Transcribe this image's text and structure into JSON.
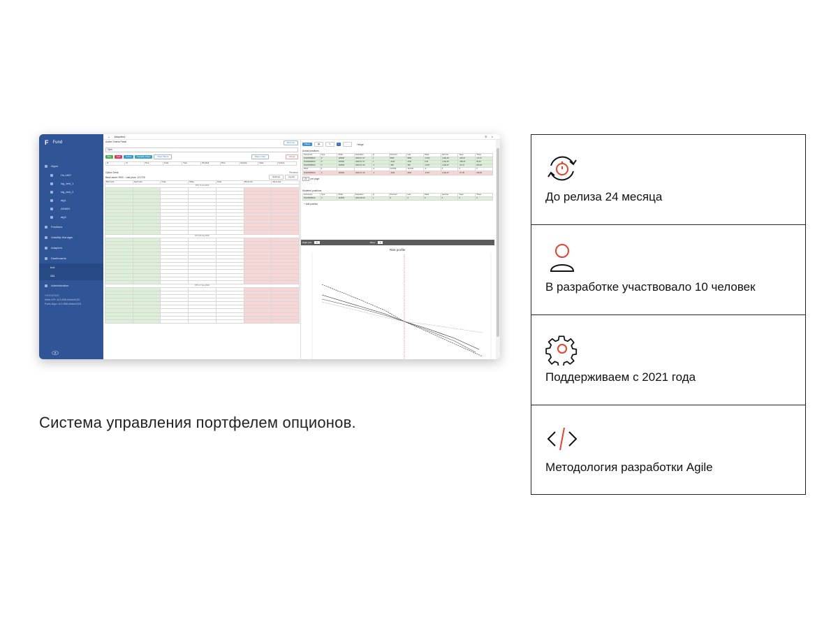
{
  "caption": "Система управления портфелем опционов.",
  "cards": [
    {
      "icon": "stopwatch-cycle-icon",
      "text": "До релиза 24 месяца"
    },
    {
      "icon": "person-icon",
      "text": "В разработке участвовало 10 человек"
    },
    {
      "icon": "gear-icon",
      "text": "Поддерживаем с 2021 года"
    },
    {
      "icon": "code-icon",
      "text": "Методология разработки Agile"
    }
  ],
  "colors": {
    "accent": "#e8412c",
    "sidebar": "#2f5597",
    "border": "#222222"
  },
  "app": {
    "brand_letter": "F",
    "brand_name": "Fund",
    "topbar_title": "Adapters",
    "sidebar": {
      "algos": "Algos",
      "sub": [
        "Hs-1607",
        "sig_test_1",
        "sig_test_2",
        "alg1",
        "ADM01",
        "alg3"
      ],
      "positions": "Positions",
      "volatility": "Volatility Manager",
      "adapters": "Adapters",
      "dashboards": "Dashboards",
      "dash_sub": [
        "test",
        "111"
      ],
      "administration": "Administration",
      "versions_label": "VERSIONS",
      "web_api": "Web API: 6.0.856-bbbe4223",
      "fwrk_algo": "Fwrk Algo: 6.0.856-bbbe4223"
    },
    "orders": {
      "title": "Active Orders Panel",
      "remove": "Remove",
      "filter": "Opts",
      "buy": "Buy",
      "sell": "Sell",
      "active": "Active",
      "partially": "Partially Filled",
      "clear": "Clear Filters",
      "place": "Place order",
      "killall": "Kill all",
      "cols": [
        "Id",
        "Id",
        "Time",
        "Code",
        "Type",
        "Buy/Sell",
        "Price",
        "Quantity",
        "State",
        "Actions"
      ]
    },
    "desk": {
      "title": "Option Desk",
      "remove": "Remove",
      "base": "Base asset: RI00 · Last price: 121720",
      "settings": "Settings",
      "layout": "Layout",
      "headers": [
        "Bid & size",
        "Ask & size",
        "Code",
        "Strike",
        "Code",
        "Bid & size",
        "Ask & size"
      ],
      "sep1": "RTS 15 Jul 2020",
      "sep2": "RTS 06 Aug 2020",
      "sep3": "RTS 17 Sep 2020"
    },
    "right": {
      "filters": "Filters",
      "hedge": "Hedge",
      "actual_title": "Actual positions",
      "actual_cols": [
        "Instrument",
        "Type",
        "Strike",
        "Expiration",
        "Q",
        "Premium",
        "Last",
        "Delta",
        "Gamma",
        "Vega",
        "Theta"
      ],
      "actual_rows": [
        [
          "RI125000BG0",
          "P",
          "125000",
          "2020-07-17",
          "1",
          "5960",
          "5650",
          "-0.452",
          "-2.9E-05",
          "-100.61",
          "-41.79"
        ],
        [
          "RI130000BG0",
          "P",
          "130000",
          "2020-07-17",
          "1",
          "-4610",
          "4700",
          "0.36",
          "-2.3E-05",
          "-158.26",
          "66.63"
        ],
        [
          "RI122500BG0",
          "C",
          "122500",
          "2020-07-16",
          "-1",
          "-380",
          "390",
          "-0.257",
          "-0.0E-07",
          "-24.07",
          "269.26"
        ],
        [
          "RIU0",
          "F",
          "",
          "",
          "-2",
          "121720",
          "121720",
          "-2",
          "0",
          "0",
          "0"
        ],
        [
          "RI120000BG0",
          "C",
          "120000",
          "2020-07-16",
          "-1",
          "-1490",
          "2600",
          "-0.627",
          "-0.0E-07",
          "-27.05",
          "148.06"
        ]
      ],
      "per_page_value": "20",
      "per_page": "per page",
      "modeled_title": "Modeled positions",
      "modeled_cols": [
        "Instrument",
        "Type",
        "Strike",
        "Expiration",
        "Q",
        "Premium",
        "Last",
        "Delta",
        "Gamma",
        "Vega",
        "Theta"
      ],
      "modeled_row": [
        "RI122500BG0",
        "C",
        "122500",
        "2020-08-20",
        "1",
        "0",
        "0",
        "0",
        "0",
        "0",
        "0"
      ],
      "add_position": "Add position",
      "chart_right_axis": "Right axis",
      "chart_what": "What",
      "chart_title": "Risk profile"
    }
  }
}
